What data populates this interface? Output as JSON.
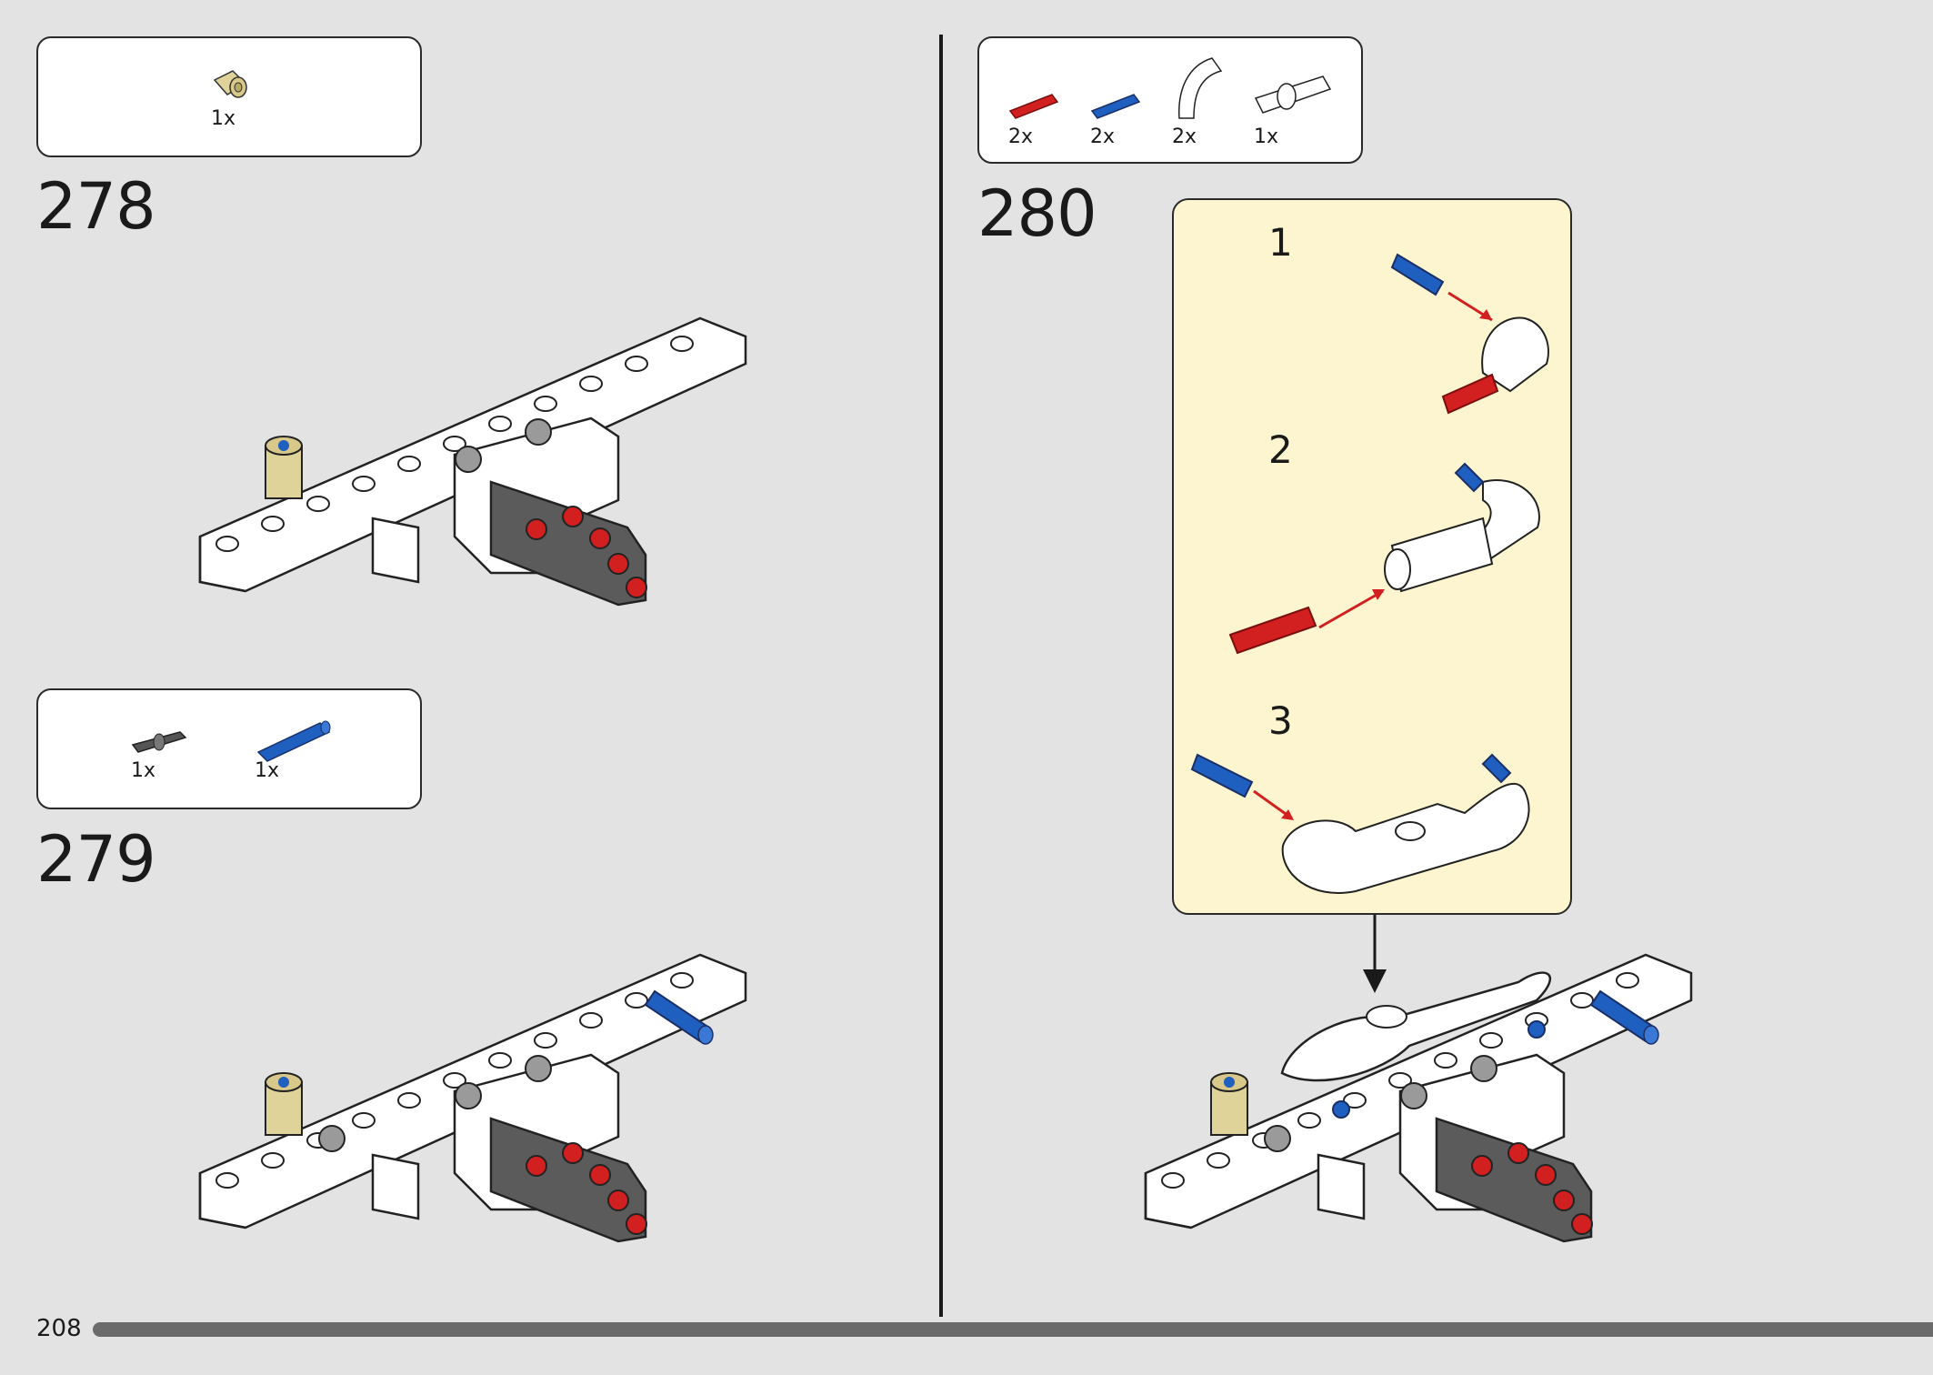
{
  "page": {
    "number": "208"
  },
  "steps": [
    {
      "number": "278",
      "parts": [
        {
          "qty": "1x",
          "icon": "tan-bush-icon"
        }
      ]
    },
    {
      "number": "279",
      "parts": [
        {
          "qty": "1x",
          "icon": "dark-grey-axle-pin-icon"
        },
        {
          "qty": "1x",
          "icon": "blue-long-pin-icon"
        }
      ]
    },
    {
      "number": "280",
      "parts": [
        {
          "qty": "2x",
          "icon": "red-axle-icon"
        },
        {
          "qty": "2x",
          "icon": "blue-pin-icon"
        },
        {
          "qty": "2x",
          "icon": "white-curved-tube-icon"
        },
        {
          "qty": "1x",
          "icon": "white-connector-icon"
        }
      ],
      "substeps": [
        {
          "number": "1"
        },
        {
          "number": "2"
        },
        {
          "number": "3"
        }
      ]
    }
  ],
  "colors": {
    "background": "#e3e3e3",
    "callout": "#fdf5cf",
    "red": "#d21f1f",
    "blue": "#1f5fbf",
    "tan": "#e0d39a",
    "dark_grey": "#555555"
  }
}
